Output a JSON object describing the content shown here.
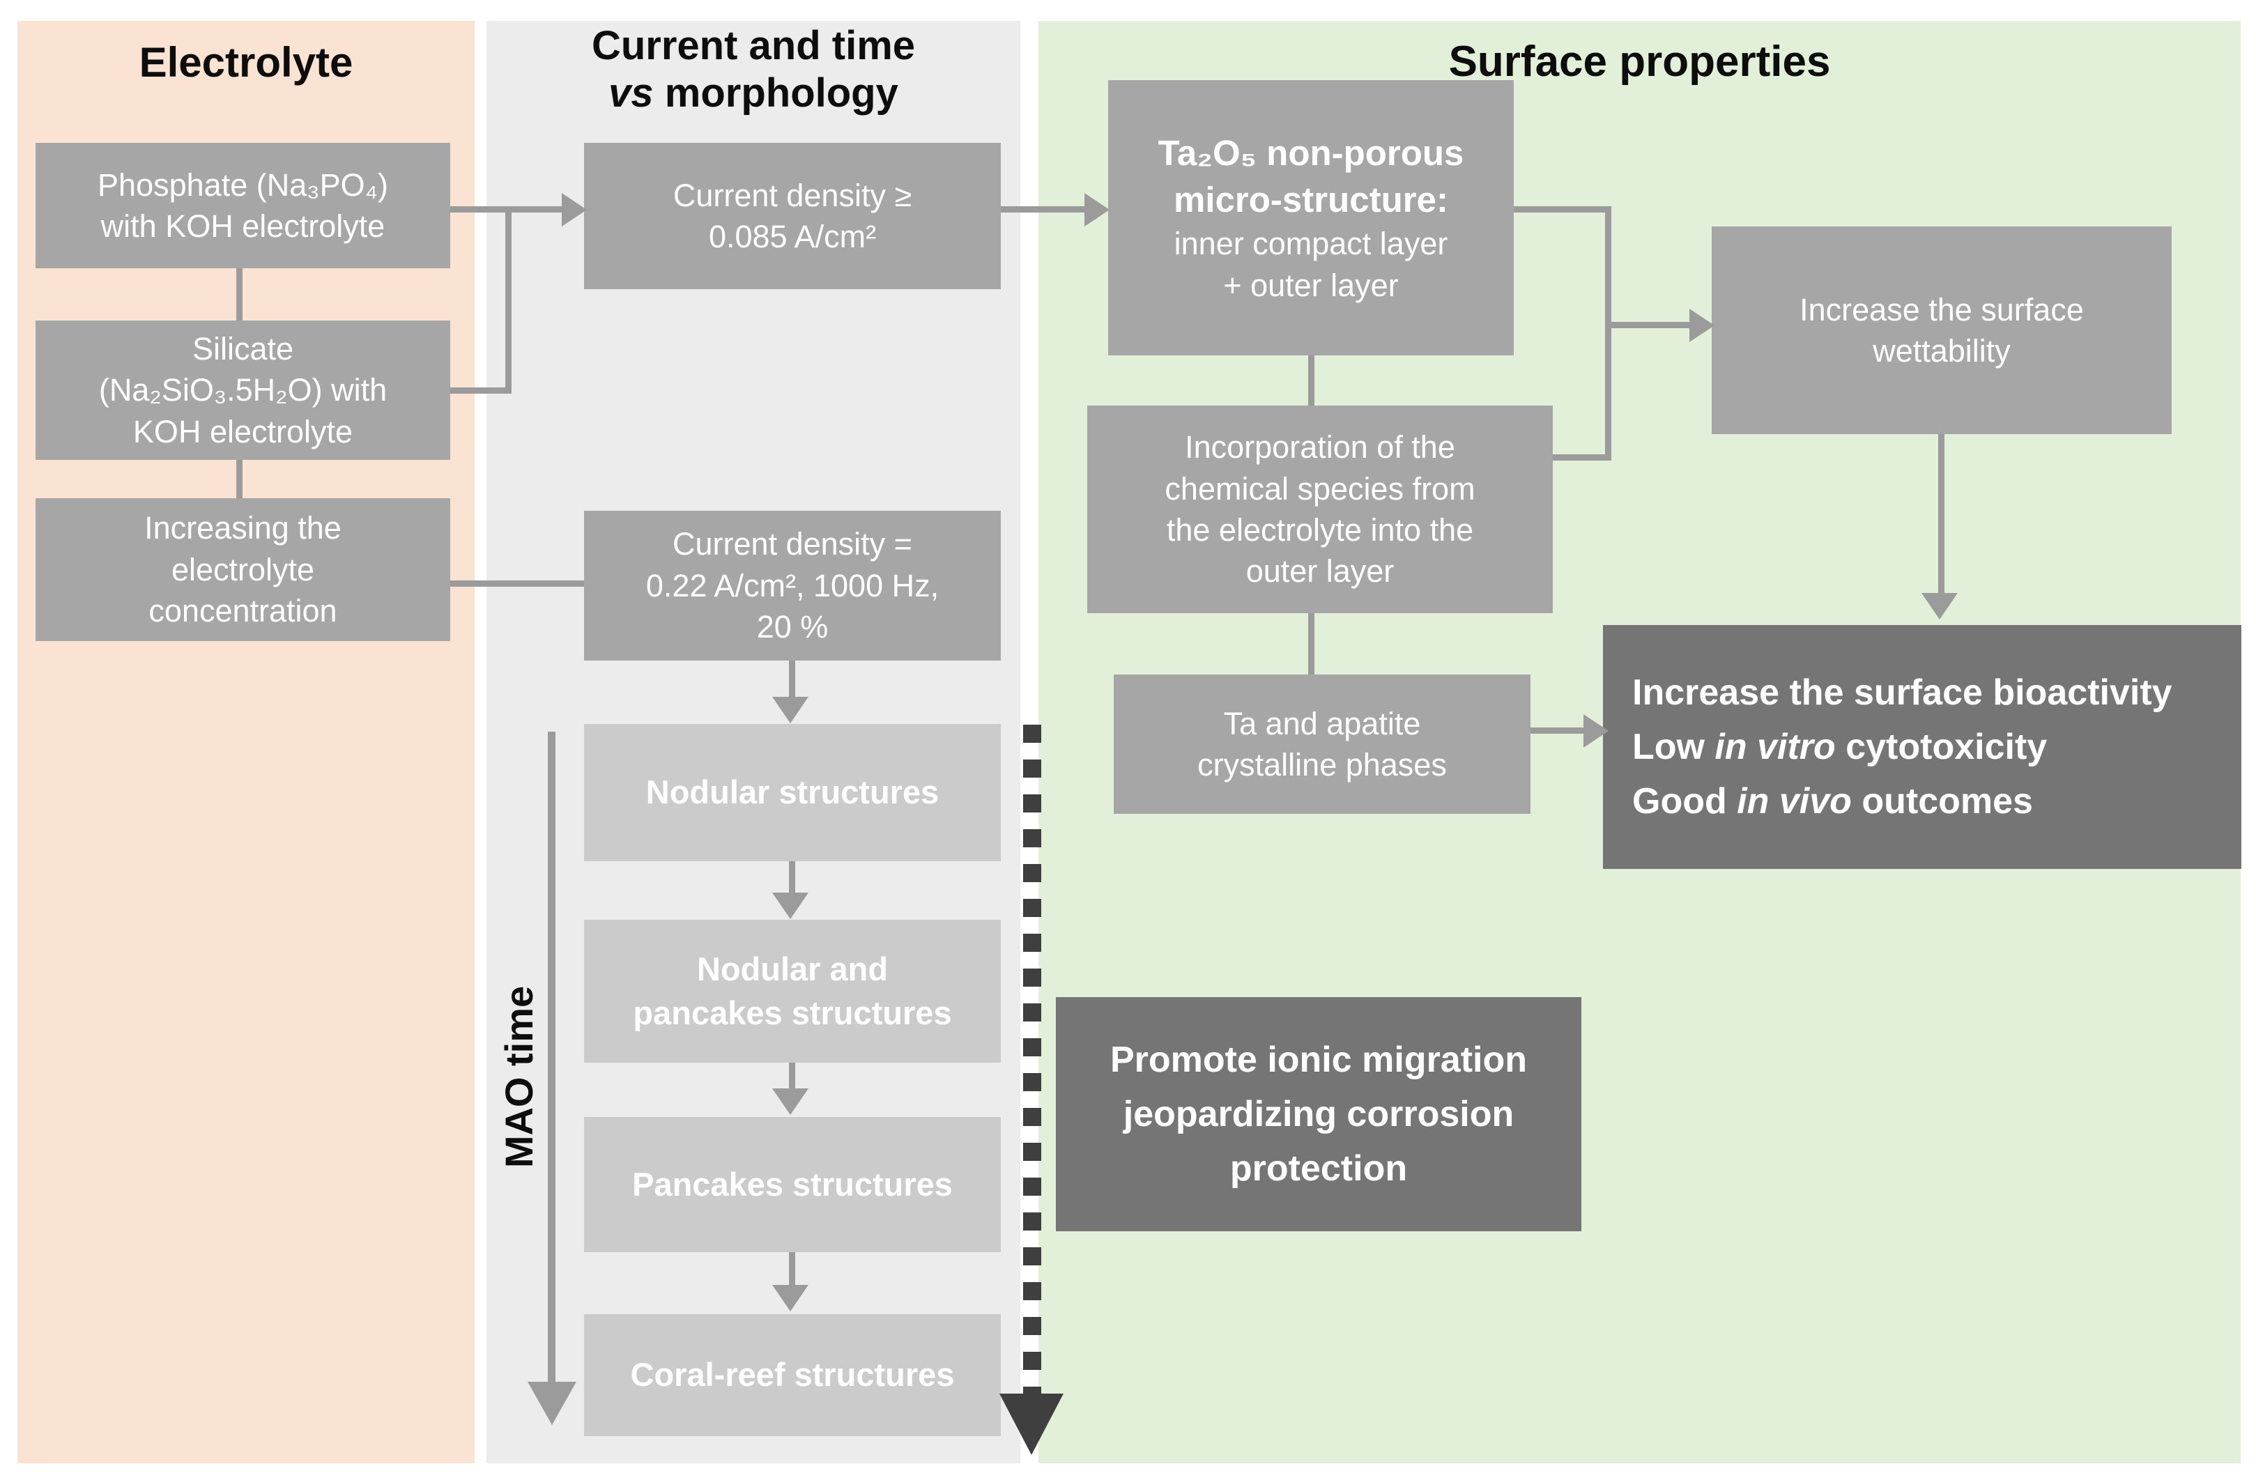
{
  "colors": {
    "page_bg": "#ffffff",
    "panel_peach": "#fae3d3",
    "panel_gray": "#ececec",
    "panel_green": "#e2efd9",
    "box_gray": "#a6a6a6",
    "box_light_gray": "#cbcbcb",
    "box_dark_gray": "#757575",
    "connector_gray": "#9b9b9b",
    "dashed_dark": "#3f3f3f",
    "header_text": "#0d0d0d",
    "box_text": "#ffffff"
  },
  "headers": {
    "electrolyte": "Electrolyte",
    "current_time_line1": "Current and time",
    "current_time_line2_italic": "vs",
    "current_time_line2_rest": " morphology",
    "surface": "Surface properties"
  },
  "electrolyte_column": {
    "phosphate": "Phosphate (Na₃PO₄)\nwith KOH electrolyte",
    "silicate": "Silicate\n(Na₂SiO₃.5H₂O) with\nKOH electrolyte",
    "increasing": "Increasing the\nelectrolyte\nconcentration"
  },
  "current_column": {
    "current_density_high": "Current density ≥\n0.085 A/cm²",
    "current_density_pulse": "Current density =\n0.22 A/cm², 1000 Hz,\n20 %",
    "nodular": "Nodular structures",
    "nodular_pancakes": "Nodular and\npancakes structures",
    "pancakes": "Pancakes structures",
    "coral_reef": "Coral-reef structures",
    "mao_time_label": "MAO time"
  },
  "surface_column": {
    "ta2o5_bold": "Ta₂O₅ non-porous\nmicro-structure:",
    "ta2o5_rest": "inner compact layer\n+ outer layer",
    "incorporation": "Incorporation of the\nchemical species from\nthe electrolyte into the\nouter layer",
    "ta_apatite": "Ta and apatite\ncrystalline phases",
    "wettability": "Increase the surface\nwettability",
    "outcomes_line1": "Increase the surface bioactivity",
    "outcomes_line2_pre": "Low ",
    "outcomes_line2_italic": "in vitro",
    "outcomes_line2_post": " cytotoxicity",
    "outcomes_line3_pre": "Good ",
    "outcomes_line3_italic": "in vivo",
    "outcomes_line3_post": " outcomes",
    "promote": "Promote ionic migration\njeopardizing corrosion\nprotection"
  }
}
